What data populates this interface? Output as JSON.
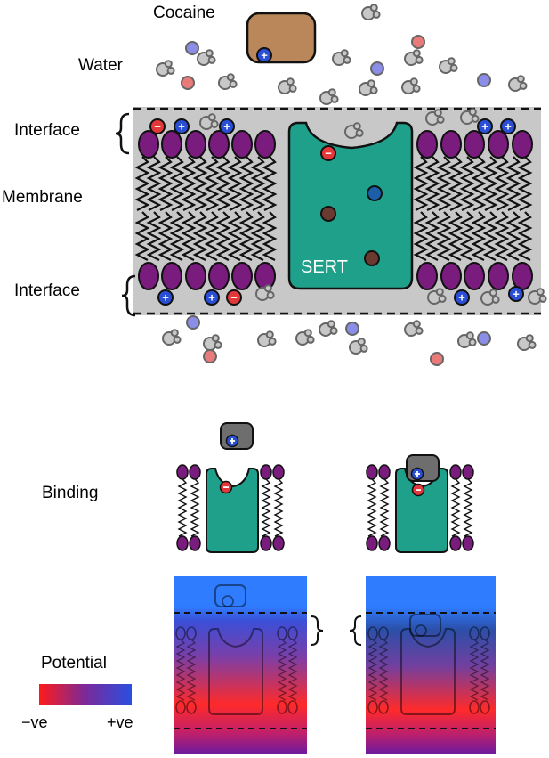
{
  "labels": {
    "cocaine": "Cocaine",
    "water": "Water",
    "interface_top": "Interface",
    "membrane": "Membrane",
    "interface_bottom": "Interface",
    "sert": "SERT",
    "binding": "Binding",
    "potential": "Potential",
    "neg": "−ve",
    "pos": "+ve"
  },
  "symbols": {
    "plus": "+",
    "minus": "−"
  },
  "colors": {
    "protein": "#1fa08a",
    "protein_dark": "#0f5f52",
    "lipid_head": "#7a1c7e",
    "membrane_bg": "#c8c8c8",
    "cocaine": "#b9875a",
    "cocaine_gray": "#6e6e6e",
    "water": "#c0c0c0",
    "positive": "#2a4fd6",
    "negative": "#e2383a",
    "potential_low": "#ff2020",
    "potential_high": "#2a6bff",
    "potential_mid": "#6a2aa0"
  },
  "icons": [
    "water-molecule-icon",
    "cation-icon",
    "anion-icon",
    "lipid-head-icon",
    "lipid-tail-icon",
    "cocaine-molecule-icon",
    "sert-protein-icon",
    "brace-icon"
  ]
}
